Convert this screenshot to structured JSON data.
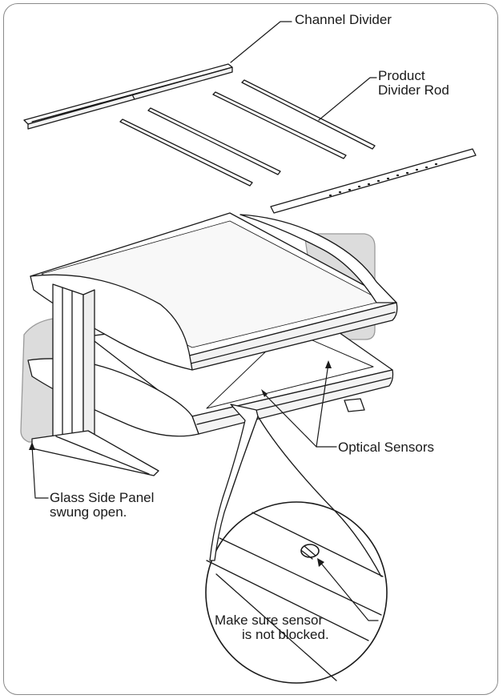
{
  "labels": {
    "channel_divider": "Channel Divider",
    "product_divider_rod": [
      "Product",
      "Divider Rod"
    ],
    "optical_sensors": "Optical Sensors",
    "glass_side_panel": [
      "Glass Side Panel",
      "swung open."
    ],
    "make_sure": [
      "Make sure sensor",
      "is not blocked."
    ]
  },
  "colors": {
    "line": "#1a1a1a",
    "glass": "#dcdcdc",
    "frame": "#8a8a8a"
  }
}
